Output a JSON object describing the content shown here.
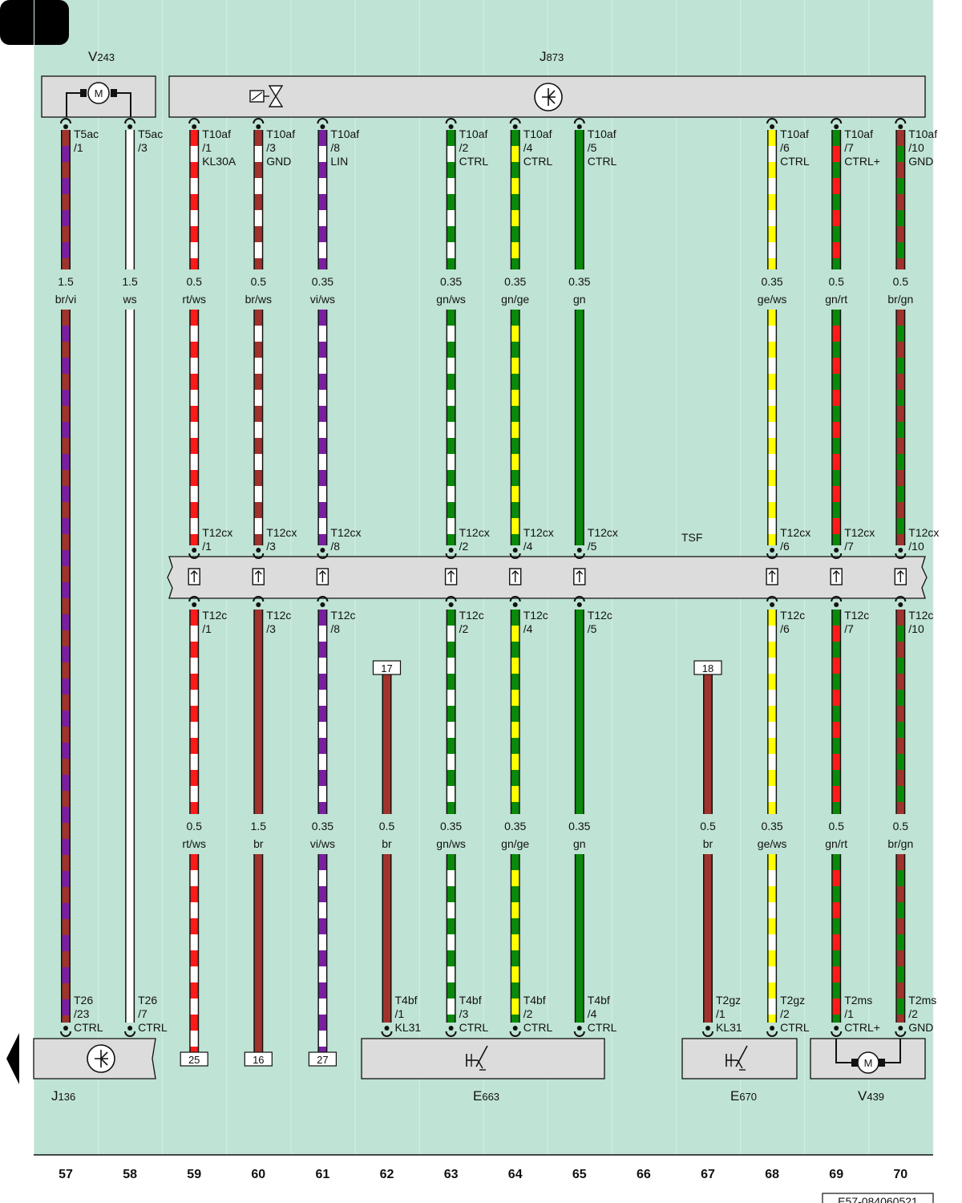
{
  "page_ref": "E57-084060521",
  "bus_label": "TSF",
  "components": {
    "V243": {
      "main": "V",
      "sub": "243"
    },
    "J873": {
      "main": "J",
      "sub": "873"
    },
    "J136": {
      "main": "J",
      "sub": "136"
    },
    "E663": {
      "main": "E",
      "sub": "663"
    },
    "E670": {
      "main": "E",
      "sub": "670"
    },
    "V439": {
      "main": "V",
      "sub": "439"
    }
  },
  "columns": [
    "57",
    "58",
    "59",
    "60",
    "61",
    "62",
    "63",
    "64",
    "65",
    "66",
    "67",
    "68",
    "69",
    "70"
  ],
  "top_wires": [
    {
      "col": "57",
      "conn": "T5ac",
      "pin": "/1",
      "func": "",
      "size": "1.5",
      "color_code": "br/vi",
      "colors": [
        "#a0332c",
        "#7a1fa0"
      ],
      "bottom_conn": "T26",
      "bottom_pin": "/23",
      "bottom_func": "CTRL"
    },
    {
      "col": "58",
      "conn": "T5ac",
      "pin": "/3",
      "func": "",
      "size": "1.5",
      "color_code": "ws",
      "colors": [
        "#ffffff"
      ],
      "bottom_conn": "T26",
      "bottom_pin": "/7",
      "bottom_func": "CTRL"
    },
    {
      "col": "59",
      "conn": "T10af",
      "pin": "/1",
      "func": "KL30A",
      "size": "0.5",
      "color_code": "rt/ws",
      "colors": [
        "#ff1a1a",
        "#ffffff"
      ],
      "bus_top": "T12cx",
      "bus_top_pin": "/1"
    },
    {
      "col": "60",
      "conn": "T10af",
      "pin": "/3",
      "func": "GND",
      "size": "0.5",
      "color_code": "br/ws",
      "colors": [
        "#a0332c",
        "#ffffff"
      ],
      "bus_top": "T12cx",
      "bus_top_pin": "/3"
    },
    {
      "col": "61",
      "conn": "T10af",
      "pin": "/8",
      "func": "LIN",
      "size": "0.35",
      "color_code": "vi/ws",
      "colors": [
        "#7a1fa0",
        "#ffffff"
      ],
      "bus_top": "T12cx",
      "bus_top_pin": "/8"
    },
    {
      "col": "63",
      "conn": "T10af",
      "pin": "/2",
      "func": "CTRL",
      "size": "0.35",
      "color_code": "gn/ws",
      "colors": [
        "#0a8a0a",
        "#ffffff"
      ],
      "bus_top": "T12cx",
      "bus_top_pin": "/2"
    },
    {
      "col": "64",
      "conn": "T10af",
      "pin": "/4",
      "func": "CTRL",
      "size": "0.35",
      "color_code": "gn/ge",
      "colors": [
        "#0a8a0a",
        "#ffff00"
      ],
      "bus_top": "T12cx",
      "bus_top_pin": "/4"
    },
    {
      "col": "65",
      "conn": "T10af",
      "pin": "/5",
      "func": "CTRL",
      "size": "0.35",
      "color_code": "gn",
      "colors": [
        "#0a8a0a"
      ],
      "bus_top": "T12cx",
      "bus_top_pin": "/5"
    },
    {
      "col": "68",
      "conn": "T10af",
      "pin": "/6",
      "func": "CTRL",
      "size": "0.35",
      "color_code": "ge/ws",
      "colors": [
        "#ffff00",
        "#ffffff"
      ],
      "bus_top": "T12cx",
      "bus_top_pin": "/6"
    },
    {
      "col": "69",
      "conn": "T10af",
      "pin": "/7",
      "func": "CTRL+",
      "size": "0.5",
      "color_code": "gn/rt",
      "colors": [
        "#0a8a0a",
        "#ff1a1a"
      ],
      "bus_top": "T12cx",
      "bus_top_pin": "/7"
    },
    {
      "col": "70",
      "conn": "T10af",
      "pin": "/10",
      "func": "GND",
      "size": "0.5",
      "color_code": "br/gn",
      "colors": [
        "#a0332c",
        "#0a8a0a"
      ],
      "bus_top": "T12cx",
      "bus_top_pin": "/10"
    }
  ],
  "bottom_wires": [
    {
      "col": "59",
      "bus_conn": "T12c",
      "bus_pin": "/1",
      "size": "0.5",
      "color_code": "rt/ws",
      "colors": [
        "#ff1a1a",
        "#ffffff"
      ],
      "end": "box",
      "end_num": "25"
    },
    {
      "col": "60",
      "bus_conn": "T12c",
      "bus_pin": "/3",
      "size": "1.5",
      "color_code": "br",
      "colors": [
        "#a0332c"
      ],
      "end": "box",
      "end_num": "16"
    },
    {
      "col": "61",
      "bus_conn": "T12c",
      "bus_pin": "/8",
      "size": "0.35",
      "color_code": "vi/ws",
      "colors": [
        "#7a1fa0",
        "#ffffff"
      ],
      "end": "box",
      "end_num": "27"
    },
    {
      "col": "62",
      "start_num": "17",
      "size": "0.5",
      "color_code": "br",
      "colors": [
        "#a0332c"
      ],
      "end": "conn",
      "end_conn": "T4bf",
      "end_pin": "/1",
      "end_func": "KL31"
    },
    {
      "col": "63",
      "bus_conn": "T12c",
      "bus_pin": "/2",
      "size": "0.35",
      "color_code": "gn/ws",
      "colors": [
        "#0a8a0a",
        "#ffffff"
      ],
      "end": "conn",
      "end_conn": "T4bf",
      "end_pin": "/3",
      "end_func": "CTRL"
    },
    {
      "col": "64",
      "bus_conn": "T12c",
      "bus_pin": "/4",
      "size": "0.35",
      "color_code": "gn/ge",
      "colors": [
        "#0a8a0a",
        "#ffff00"
      ],
      "end": "conn",
      "end_conn": "T4bf",
      "end_pin": "/2",
      "end_func": "CTRL"
    },
    {
      "col": "65",
      "bus_conn": "T12c",
      "bus_pin": "/5",
      "size": "0.35",
      "color_code": "gn",
      "colors": [
        "#0a8a0a"
      ],
      "end": "conn",
      "end_conn": "T4bf",
      "end_pin": "/4",
      "end_func": "CTRL"
    },
    {
      "col": "67",
      "start_num": "18",
      "size": "0.5",
      "color_code": "br",
      "colors": [
        "#a0332c"
      ],
      "end": "conn",
      "end_conn": "T2gz",
      "end_pin": "/1",
      "end_func": "KL31"
    },
    {
      "col": "68",
      "bus_conn": "T12c",
      "bus_pin": "/6",
      "size": "0.35",
      "color_code": "ge/ws",
      "colors": [
        "#ffff00",
        "#ffffff"
      ],
      "end": "conn",
      "end_conn": "T2gz",
      "end_pin": "/2",
      "end_func": "CTRL"
    },
    {
      "col": "69",
      "bus_conn": "T12c",
      "bus_pin": "/7",
      "size": "0.5",
      "color_code": "gn/rt",
      "colors": [
        "#0a8a0a",
        "#ff1a1a"
      ],
      "end": "conn",
      "end_conn": "T2ms",
      "end_pin": "/1",
      "end_func": "CTRL+"
    },
    {
      "col": "70",
      "bus_conn": "T12c",
      "bus_pin": "/10",
      "size": "0.5",
      "color_code": "br/gn",
      "colors": [
        "#a0332c",
        "#0a8a0a"
      ],
      "end": "conn",
      "end_conn": "T2ms",
      "end_pin": "/2",
      "end_func": "GND"
    }
  ],
  "colors": {
    "background": "#bfe3d4",
    "component_fill": "#dcdcdc",
    "ink": "#111111"
  },
  "icons": {
    "V243": "motor-icon",
    "J873_a": "valve-icon",
    "J873_b": "control-unit-icon",
    "J136": "control-unit-icon",
    "E663": "switch-icon",
    "E670": "switch-icon",
    "V439": "motor-icon"
  }
}
